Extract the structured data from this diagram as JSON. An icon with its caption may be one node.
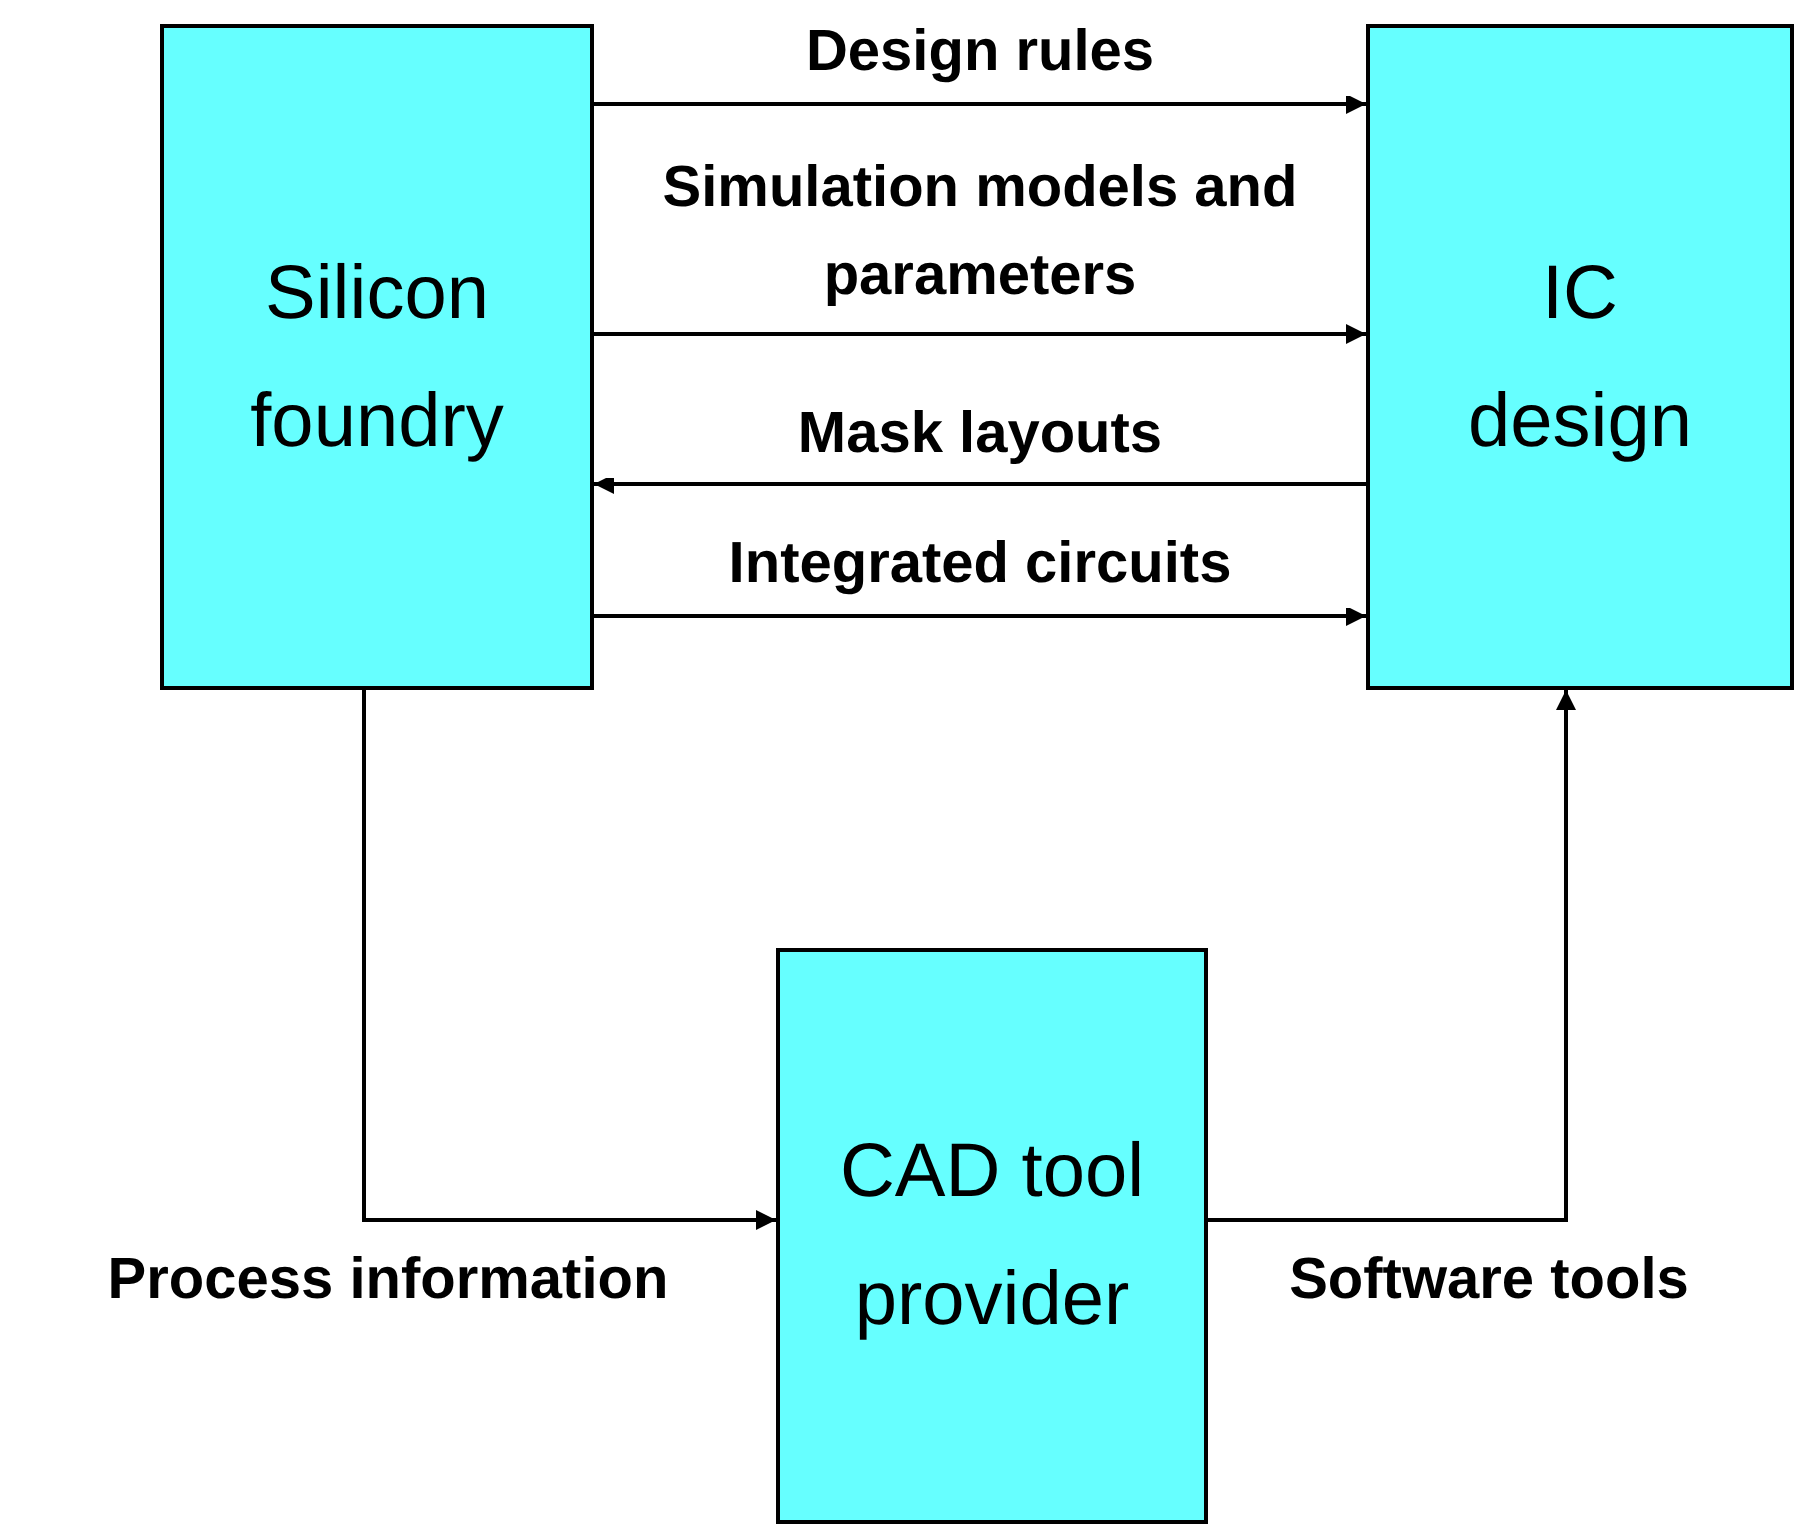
{
  "diagram": {
    "nodes": [
      {
        "text": [
          "Silicon foundry"
        ]
      },
      {
        "text": [
          "IC design"
        ]
      },
      {
        "text": [
          "CAD tool provider"
        ]
      }
    ],
    "edges": [
      {
        "from": 0,
        "to": 1,
        "arrow": "to",
        "label": "Design rules"
      },
      {
        "from": 0,
        "to": 1,
        "arrow": "to",
        "label": "Simulation models and parameters"
      },
      {
        "from": 1,
        "to": 0,
        "arrow": "to",
        "label": "Mask layouts"
      },
      {
        "from": 0,
        "to": 1,
        "arrow": "to",
        "label": "Integrated circuits"
      },
      {
        "from": 0,
        "to": 2,
        "arrow": "to",
        "label": "Process information"
      },
      {
        "from": 2,
        "to": 1,
        "arrow": "to",
        "label": "Software tools"
      }
    ]
  }
}
